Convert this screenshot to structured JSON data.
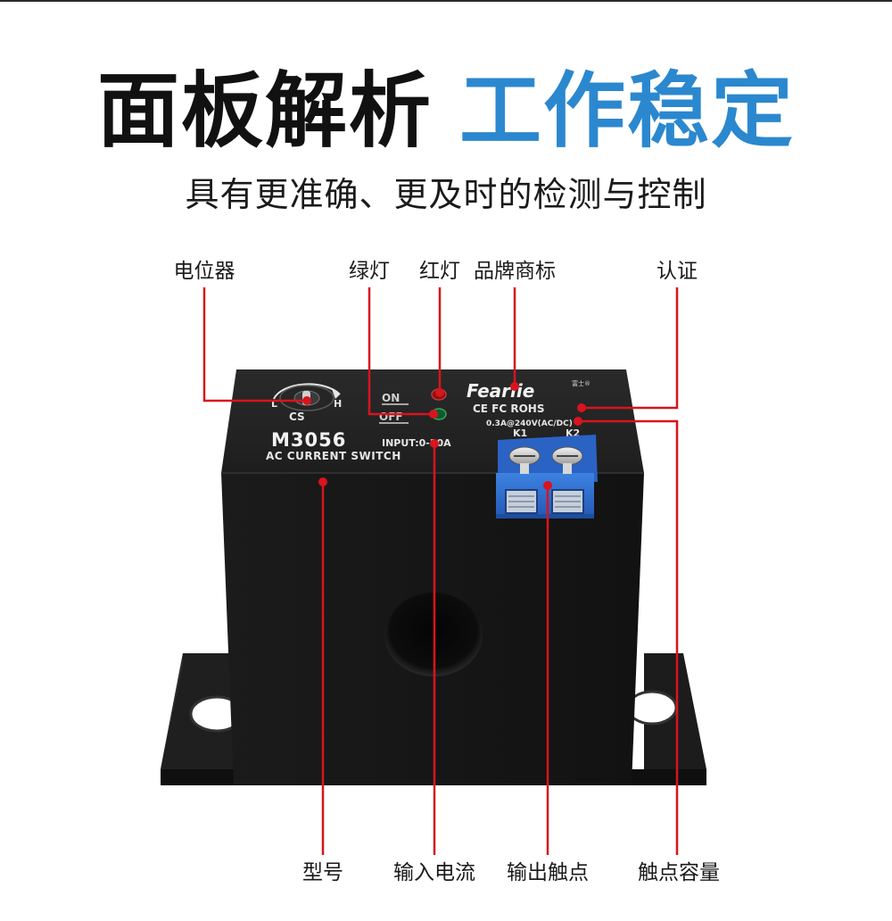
{
  "title": {
    "black": "面板解析",
    "blue": "工作稳定"
  },
  "subtitle": "具有更准确、更及时的检测与控制",
  "callouts": {
    "potentiometer": "电位器",
    "green_led": "绿灯",
    "red_led": "红灯",
    "brand_logo": "品牌商标",
    "certification": "认证",
    "model": "型号",
    "input_current": "输入电流",
    "output_contact": "输出触点",
    "contact_capacity": "触点容量"
  },
  "device": {
    "dial_l": "L",
    "dial_h": "H",
    "dial_cs": "CS",
    "on_label": "ON",
    "off_label": "OFF",
    "brand": "Fearlie",
    "brand_small": "富士®",
    "certs": "CE FC ROHS",
    "rating": "0.3A@240V(AC/DC)",
    "k1": "K1",
    "k2": "K2",
    "model": "M3056",
    "input": "INPUT:0-30A",
    "description": "AC CURRENT SWITCH"
  },
  "colors": {
    "title_blue": "#2b88cf",
    "callout_red": "#d8141e",
    "terminal_blue": "#2f6fd1",
    "body_black": "#161616"
  }
}
